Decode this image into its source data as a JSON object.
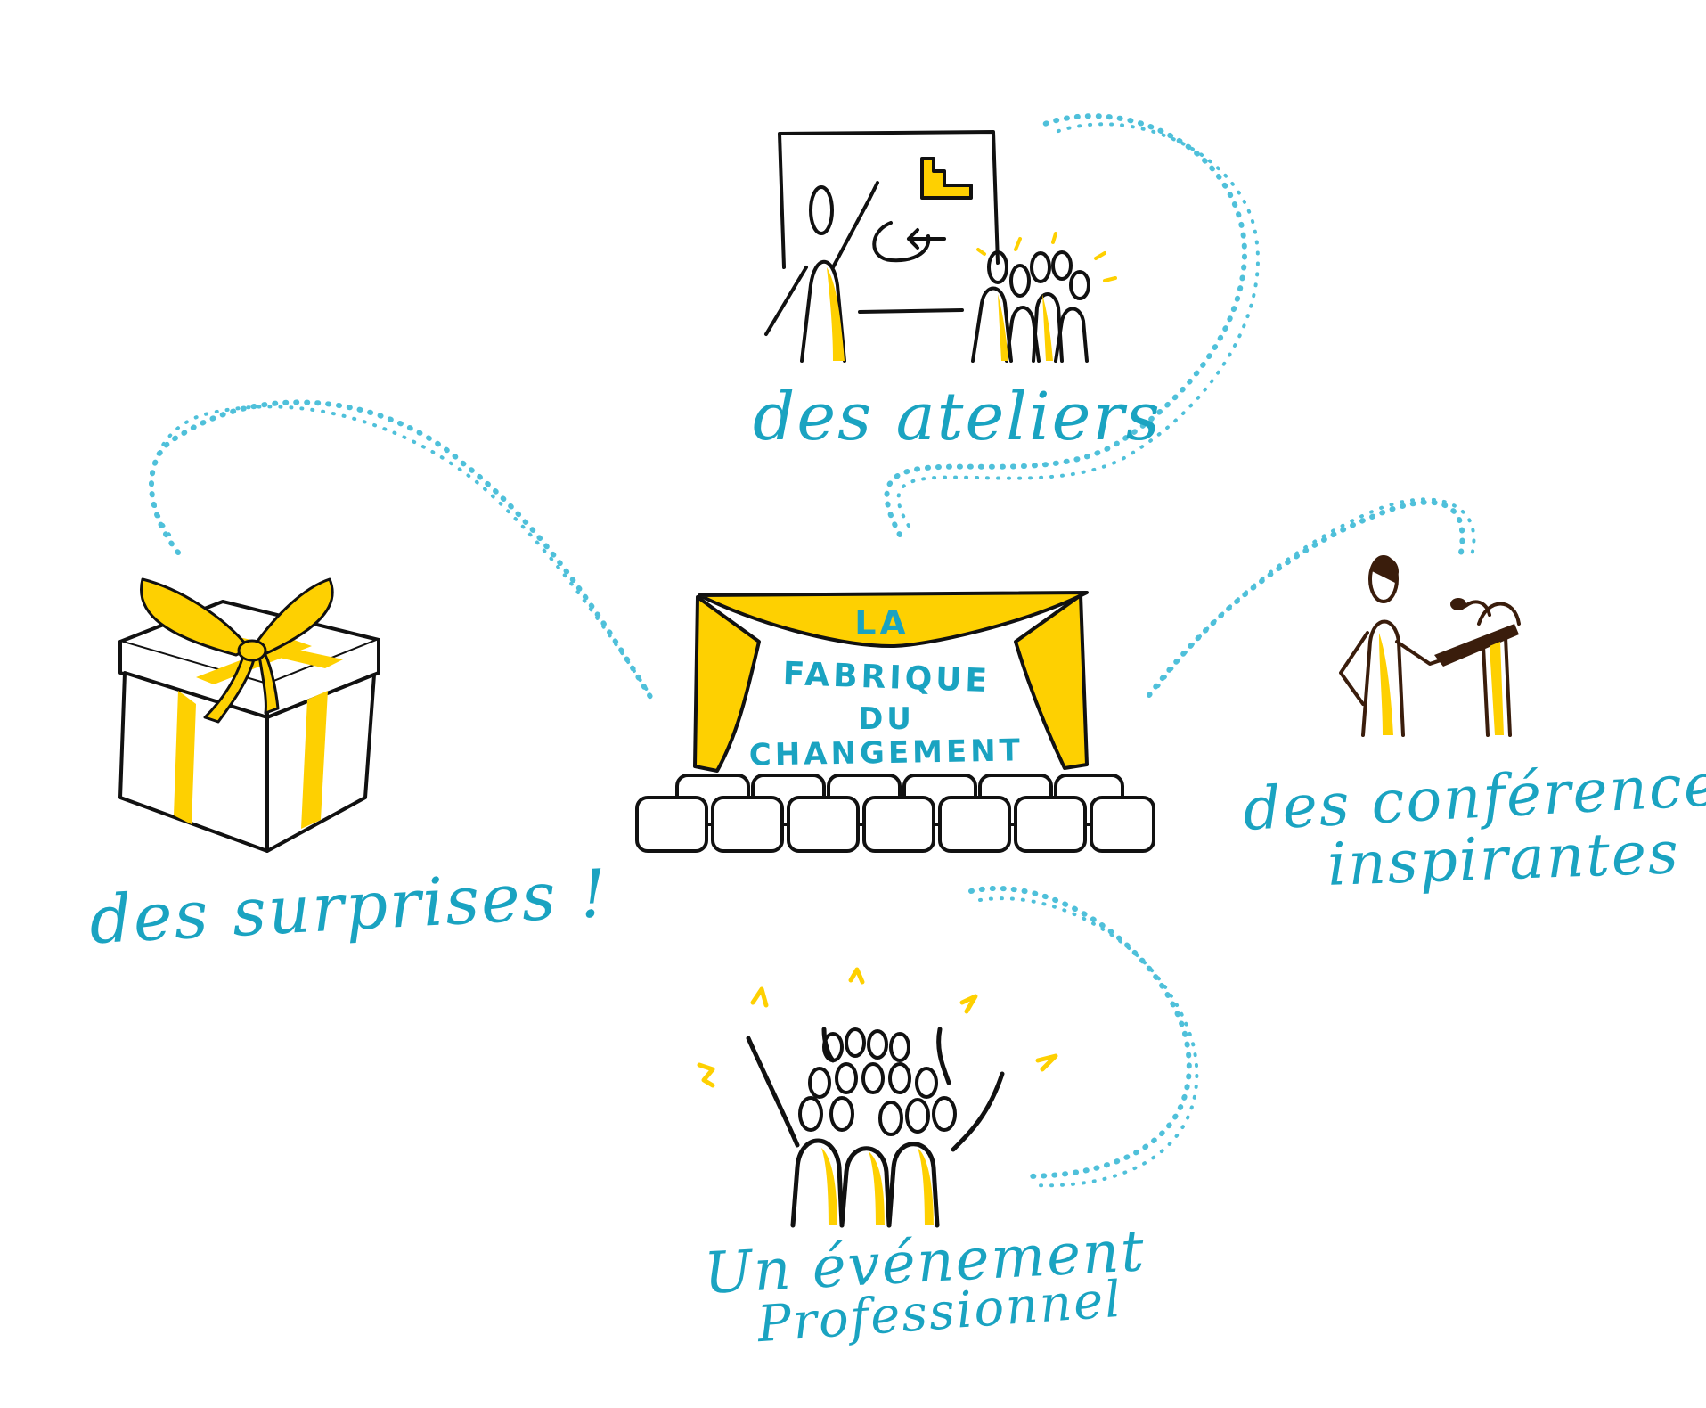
{
  "palette": {
    "accent_text": "#1aa3c1",
    "highlight_yellow": "#fed001",
    "ink": "#111111",
    "speaker_ink": "#3a1d0c",
    "dots": "#3cbad6"
  },
  "center_stage": {
    "line1": "LA",
    "line2": "FABRIQUE",
    "line3": "DU",
    "line4": "CHANGEMENT"
  },
  "captions": {
    "ateliers": "des ateliers",
    "surprises": "des surprises !",
    "conferences_line1": "des conférences",
    "conferences_line2": "inspirantes",
    "event_line1": "Un événement",
    "event_line2": "Professionnel"
  },
  "icons": {
    "ateliers": "workshop-board-icon",
    "surprises": "gift-box-icon",
    "conferences": "podium-speaker-icon",
    "event": "cheering-crowd-icon",
    "center": "theater-stage-icon"
  }
}
